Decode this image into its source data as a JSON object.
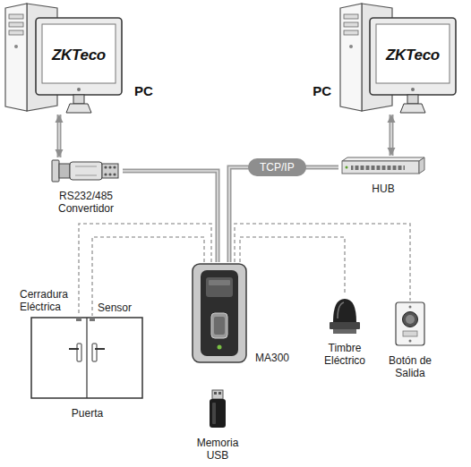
{
  "diagram": {
    "nodes": [
      {
        "text": [
          "ZKTeco",
          "PC"
        ]
      },
      {
        "text": [
          "ZKTeco",
          "PC"
        ]
      },
      {
        "text": [
          "RS232/485 Convertidor"
        ]
      },
      {
        "text": [
          "HUB"
        ]
      },
      {
        "text": [
          "MA300"
        ]
      },
      {
        "text": [
          "Puerta"
        ]
      },
      {
        "text": [
          "Timbre Eléctrico"
        ]
      },
      {
        "text": [
          "Botón de Salida"
        ]
      },
      {
        "text": [
          "Memoria USB"
        ]
      }
    ],
    "edges": [
      {
        "from": 0,
        "to": 2,
        "arrow": "both"
      },
      {
        "from": 1,
        "to": 3,
        "arrow": "both"
      },
      {
        "from": 2,
        "to": 4,
        "arrow": "none"
      },
      {
        "from": 3,
        "to": 4,
        "label": "TCP/IP",
        "arrow": "none"
      },
      {
        "from": 4,
        "to": 5,
        "arrow": "none"
      },
      {
        "from": 4,
        "to": 5,
        "arrow": "none"
      },
      {
        "from": 4,
        "to": 6,
        "arrow": "none"
      },
      {
        "from": 4,
        "to": 7,
        "arrow": "none"
      }
    ],
    "labels": [
      "Cerradura Eléctrica",
      "Sensor"
    ]
  }
}
